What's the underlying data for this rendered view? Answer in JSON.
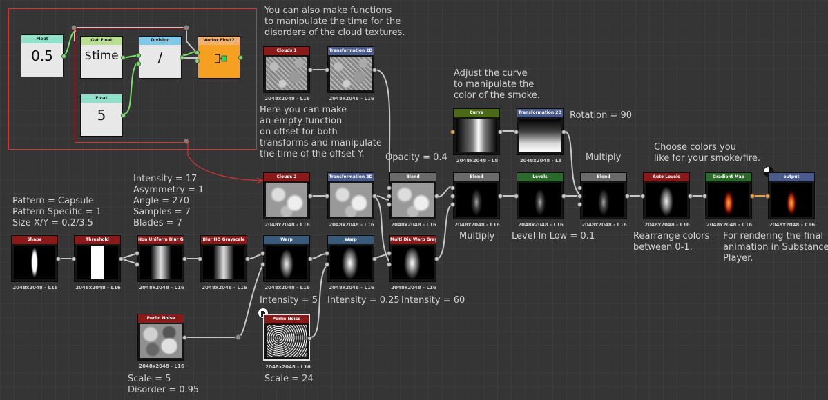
{
  "colors": {
    "wire": "#c8c8c8",
    "orange_wire": "#f0a030",
    "green_wire": "#76e06a",
    "annotation_line": "#e03030"
  },
  "annotations": {
    "functions_time": "You can also make functions\nto manipulate the time for the\ndisorders of the cloud textures.",
    "offset_function": "Here you can make\nan empty function\non offset for both\ntransforms and manipulate\nthe time of the offset Y.",
    "adjust_curve": "Adjust the curve\nto manipulate the\ncolor of the smoke.",
    "rotation": "Rotation = 90",
    "opacity": "Opacity = 0.4",
    "multiply_top": "Multiply",
    "choose_colors": "Choose colors you\nlike for your smoke/fire.",
    "warp_params": "Intensity = 17\nAsymmetry = 1\nAngle = 270\nSamples = 7\nBlades = 7",
    "shape_params": "Pattern = Capsule\nPattern Specific = 1\nSize X/Y = 0.2/3.5",
    "multiply_bottom": "Multiply",
    "level_in_low": "Level In Low = 0.1",
    "rearrange": "Rearrange colors\nbetween 0-1.",
    "rendering": "For rendering the final\nanimation in Substance\nPlayer.",
    "intensity5": "Intensity = 5",
    "intensity025": "Intensity = 0.25",
    "intensity60": "Intensity = 60",
    "scale5": "Scale = 5\nDisorder = 0.95",
    "scale24": "Scale = 24"
  },
  "function_nodes": {
    "float1": {
      "title": "Float",
      "value": "0.5",
      "color": "#8fe0c8"
    },
    "getfloat": {
      "title": "Get Float",
      "value": "$time",
      "color": "#b8e090"
    },
    "division": {
      "title": "Division",
      "value": "/",
      "color": "#80c8e8"
    },
    "vector": {
      "title": "Vector Float2",
      "value": "",
      "color": "#f0b070"
    },
    "float2": {
      "title": "Float",
      "value": "5",
      "color": "#8fe0c8"
    }
  },
  "nodes": {
    "clouds1": {
      "title": "Clouds 1",
      "res": "2048x2048 - L16",
      "color": "#8a1a1a"
    },
    "transform1": {
      "title": "Transformation 2D",
      "res": "2048x2048 - L16",
      "color": "#4a5a8a"
    },
    "curve": {
      "title": "Curve",
      "res": "2048x2048 - L8",
      "color": "#4a6a1a"
    },
    "transform_curve": {
      "title": "Transformation 2D",
      "res": "2048x2048 - L8",
      "color": "#4a5a8a"
    },
    "clouds2": {
      "title": "Clouds 2",
      "res": "2048x2048 - L16",
      "color": "#8a1a1a"
    },
    "transform2": {
      "title": "Transformation 2D",
      "res": "2048x2048 - L16",
      "color": "#4a5a8a"
    },
    "blend1": {
      "title": "Blend",
      "res": "2048x2048 - L16",
      "color": "#6a6a6a"
    },
    "blend2": {
      "title": "Blend",
      "res": "2048x2048 - L16",
      "color": "#6a6a6a"
    },
    "levels": {
      "title": "Levels",
      "res": "2048x2048 - L16",
      "color": "#2a6a2a"
    },
    "blend3": {
      "title": "Blend",
      "res": "2048x2048 - L16",
      "color": "#6a6a6a"
    },
    "autolevels": {
      "title": "Auto Levels",
      "res": "2048x2048 - L16",
      "color": "#8a1a1a"
    },
    "gradientmap": {
      "title": "Gradient Map",
      "res": "2048x2048 - C16",
      "color": "#2a6a2a"
    },
    "output": {
      "title": "output",
      "res": "2048x2048 - C16",
      "color": "#4a5a8a"
    },
    "shape": {
      "title": "Shape",
      "res": "2048x2048 - L16",
      "color": "#8a1a1a"
    },
    "threshold": {
      "title": "Threshold",
      "res": "2048x2048 - L16",
      "color": "#8a1a1a"
    },
    "nublur": {
      "title": "Non Uniform Blur Gray...",
      "res": "2048x2048 - L16",
      "color": "#8a1a1a"
    },
    "blurhq": {
      "title": "Blur HQ Grayscale",
      "res": "2048x2048 - L16",
      "color": "#8a1a1a"
    },
    "warp1": {
      "title": "Warp",
      "res": "2048x2048 - L16",
      "color": "#3a5a7a"
    },
    "warp2": {
      "title": "Warp",
      "res": "2048x2048 - L16",
      "color": "#3a5a7a"
    },
    "multiwarp": {
      "title": "Multi Dir. Warp Grayscale",
      "res": "2048x2048 - L16",
      "color": "#8a1a1a"
    },
    "perlin1": {
      "title": "Perlin Noise",
      "res": "2048x2048 - L16",
      "color": "#8a1a1a"
    },
    "perlin2": {
      "title": "Perlin Noise",
      "res": "2048x2048 - L16",
      "color": "#8a1a1a"
    }
  }
}
